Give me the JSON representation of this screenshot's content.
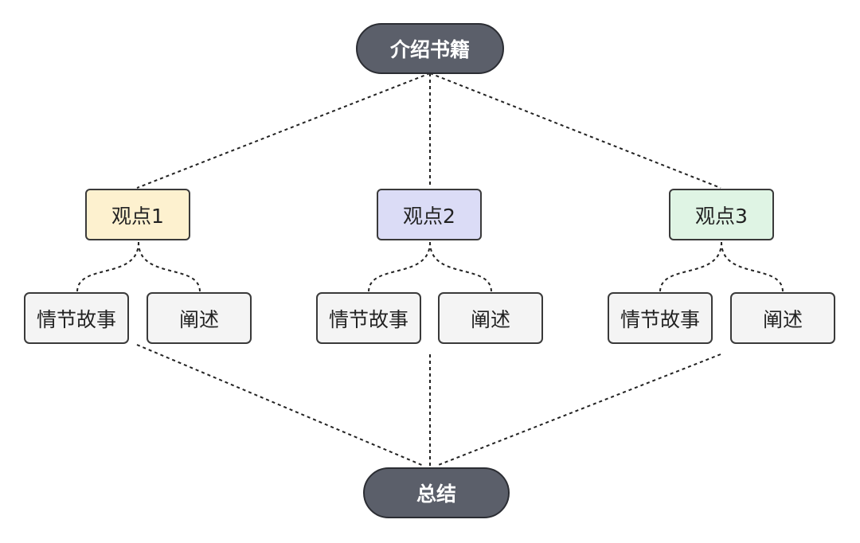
{
  "root": {
    "label": "介绍书籍"
  },
  "viewpoints": [
    {
      "label": "观点1",
      "color": "#fdf1cf",
      "children": [
        {
          "label": "情节故事"
        },
        {
          "label": "阐述"
        }
      ]
    },
    {
      "label": "观点2",
      "color": "#dbdcf6",
      "children": [
        {
          "label": "情节故事"
        },
        {
          "label": "阐述"
        }
      ]
    },
    {
      "label": "观点3",
      "color": "#dff4e4",
      "children": [
        {
          "label": "情节故事"
        },
        {
          "label": "阐述"
        }
      ]
    }
  ],
  "summary": {
    "label": "总结"
  },
  "colors": {
    "pill_fill": "#5b5f6a",
    "leaf_fill": "#f4f4f4",
    "border": "#3a3a3a",
    "connector": "#222222"
  }
}
